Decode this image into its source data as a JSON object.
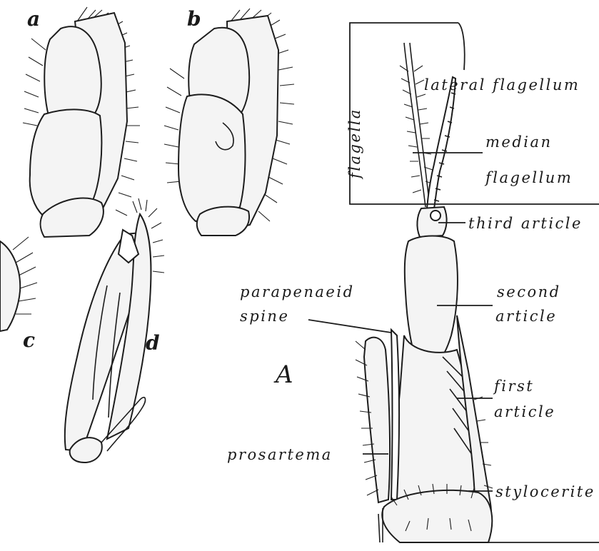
{
  "panels": {
    "a": "a",
    "b": "b",
    "c": "c",
    "d": "d",
    "A": "A"
  },
  "labels": {
    "flagella": "flagella",
    "lateral_flagellum": "lateral flagellum",
    "median_flagellum_1": "median",
    "median_flagellum_2": "flagellum",
    "third_article": "third article",
    "second_article_1": "second",
    "second_article_2": "article",
    "parapenaeid_spine_1": "parapenaeid",
    "parapenaeid_spine_2": "spine",
    "first_article_1": "first",
    "first_article_2": "article",
    "prosartema": "prosartema",
    "stylocerite": "stylocerite"
  },
  "colors": {
    "ink": "#1d1d1d",
    "paper": "#ffffff"
  }
}
